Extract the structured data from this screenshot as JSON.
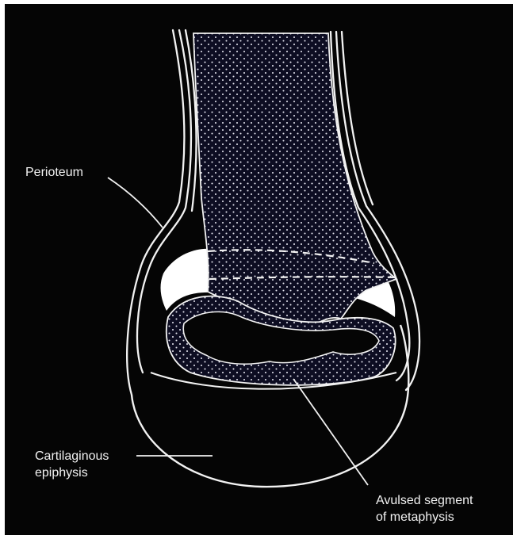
{
  "labels": {
    "periosteum": "Perioteum",
    "cartilage_line1": "Cartilaginous",
    "cartilage_line2": "epiphysis",
    "avulsed_line1": "Avulsed segment",
    "avulsed_line2": "of metaphysis"
  },
  "colors": {
    "background": "#050505",
    "line": "#f2f2f2",
    "bone_fill": "#0d0d22",
    "stipple": "#e6e6f0"
  }
}
